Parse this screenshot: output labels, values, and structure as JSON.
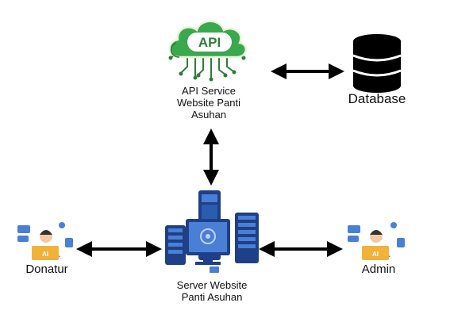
{
  "nodes": {
    "api": {
      "label_line1": "API Service",
      "label_line2": "Website Panti",
      "label_line3": "Asuhan",
      "badge": "API"
    },
    "database": {
      "label": "Database"
    },
    "server": {
      "label_line1": "Server Website",
      "label_line2": "Panti Asuhan"
    },
    "donatur": {
      "label": "Donatur",
      "badge": "AI"
    },
    "admin": {
      "label": "Admin",
      "badge": "AI"
    }
  },
  "colors": {
    "cloud_green": "#3aa84d",
    "cloud_dark": "#2e7d3a",
    "server_blue": "#4a7fd6",
    "server_dark": "#1f3f86",
    "person_yellow": "#f2b23a",
    "arrow": "#000000"
  },
  "connections": [
    {
      "from": "api",
      "to": "database",
      "direction": "both"
    },
    {
      "from": "api",
      "to": "server",
      "direction": "both"
    },
    {
      "from": "donatur",
      "to": "server",
      "direction": "both"
    },
    {
      "from": "admin",
      "to": "server",
      "direction": "both"
    }
  ]
}
